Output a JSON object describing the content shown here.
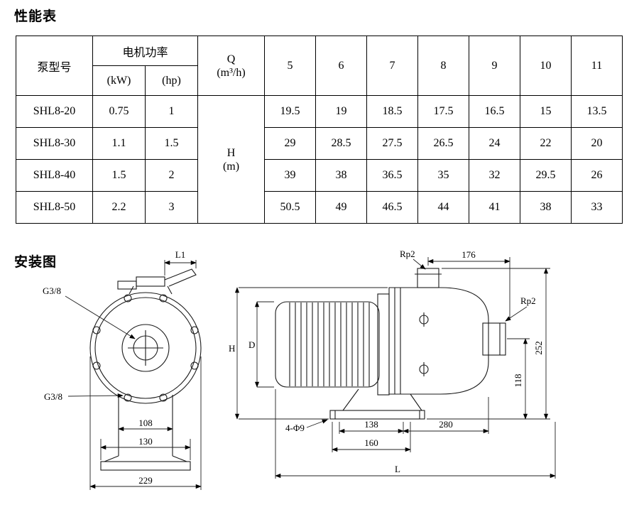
{
  "titles": {
    "performance": "性能表",
    "installation": "安装图"
  },
  "table": {
    "headers": {
      "pump_model": "泵型号",
      "motor_power": "电机功率",
      "kw": "(kW)",
      "hp": "(hp)",
      "q_label": "Q",
      "q_unit": "(m³/h)",
      "h_label": "H",
      "h_unit": "(m)",
      "flow_values": [
        "5",
        "6",
        "7",
        "8",
        "9",
        "10",
        "11"
      ]
    },
    "rows": [
      {
        "model": "SHL8-20",
        "kw": "0.75",
        "hp": "1",
        "h": [
          "19.5",
          "19",
          "18.5",
          "17.5",
          "16.5",
          "15",
          "13.5"
        ]
      },
      {
        "model": "SHL8-30",
        "kw": "1.1",
        "hp": "1.5",
        "h": [
          "29",
          "28.5",
          "27.5",
          "26.5",
          "24",
          "22",
          "20"
        ]
      },
      {
        "model": "SHL8-40",
        "kw": "1.5",
        "hp": "2",
        "h": [
          "39",
          "38",
          "36.5",
          "35",
          "32",
          "29.5",
          "26"
        ]
      },
      {
        "model": "SHL8-50",
        "kw": "2.2",
        "hp": "3",
        "h": [
          "50.5",
          "49",
          "46.5",
          "44",
          "41",
          "38",
          "33"
        ]
      }
    ]
  },
  "drawing": {
    "front_view": {
      "l1": "L1",
      "g38_top": "G3/8",
      "g38_bottom": "G3/8",
      "dim_108": "108",
      "dim_130": "130",
      "dim_229": "229"
    },
    "side_view": {
      "rp2_top": "Rp2",
      "dim_176": "176",
      "rp2_right": "Rp2",
      "h_label": "H",
      "d_label": "D",
      "dim_252": "252",
      "dim_118": "118",
      "bolt_holes": "4-Φ9",
      "dim_138": "138",
      "dim_280": "280",
      "dim_160": "160",
      "l_label": "L"
    }
  }
}
